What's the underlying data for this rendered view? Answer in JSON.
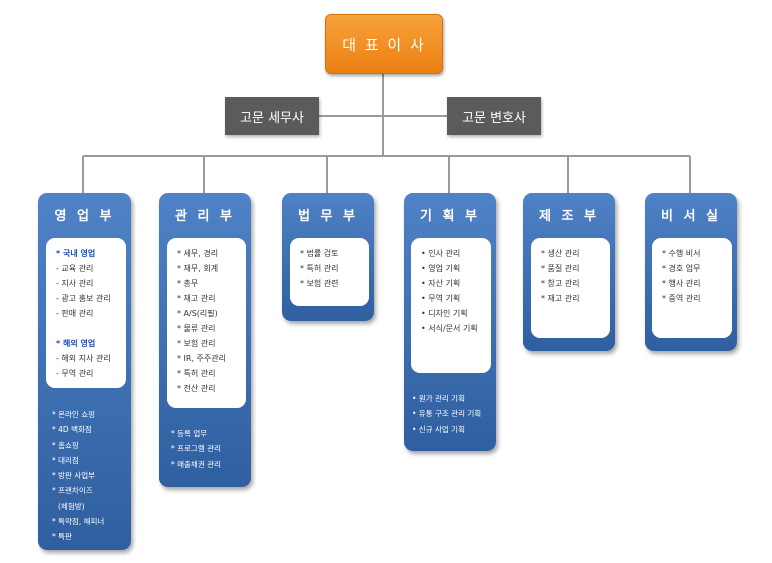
{
  "ceo": {
    "label": "대 표 이 사"
  },
  "advisors": [
    {
      "label": "고문 세무사"
    },
    {
      "label": "고문 변호사"
    }
  ],
  "departments": [
    {
      "title": "영 업 부",
      "card": [
        "* 국내 영업",
        "- 교육 관리",
        "- 지사 관리",
        "- 광고 홍보 관리",
        "- 판매 관리",
        "",
        "* 해외 영업",
        "- 해외 지사 관리",
        "- 무역 관리"
      ],
      "extra": [
        "* 온라인 쇼핑",
        "* 4D 백화점",
        "* 홈쇼핑",
        "* 대리점",
        "* 방판 사업부",
        "* 프랜차이즈",
        "(체험방)",
        "* 특약점, 해피너",
        "* 특판"
      ]
    },
    {
      "title": "관 리 부",
      "card": [
        "* 세무, 경리",
        "* 재무, 회계",
        "* 총무",
        "* 재고 관리",
        "* A/S(리필)",
        "* 물류 관리",
        "* 보험 관리",
        "* IR, 주주관리",
        "* 특허 관리",
        "* 전산 관리"
      ],
      "extra": [
        "* 등록 업무",
        "* 프로그램 관리",
        "* 매출채권 관리"
      ]
    },
    {
      "title": "법 무 부",
      "card": [
        "* 법률 검토",
        "* 특허 관리",
        "* 보험 관련"
      ],
      "extra": []
    },
    {
      "title": "기 획 부",
      "card": [
        "• 인사 관리",
        "• 영업 기획",
        "• 자산 기획",
        "• 무역 기획",
        "• 디자인 기획",
        "• 서식/문서 기획"
      ],
      "extra": [
        "• 원가 관리 기획",
        "• 유통 구조 관리 기획",
        "• 신규 사업 기획"
      ]
    },
    {
      "title": "제 조 부",
      "card": [
        "* 생산 관리",
        "* 품질 관리",
        "* 창고 관리",
        "* 재고 관리"
      ],
      "extra": []
    },
    {
      "title": "비 서 실",
      "card": [
        "* 수행 비서",
        "* 경호 업무",
        "* 행사 관리",
        "* 중역 관리"
      ],
      "extra": []
    }
  ]
}
